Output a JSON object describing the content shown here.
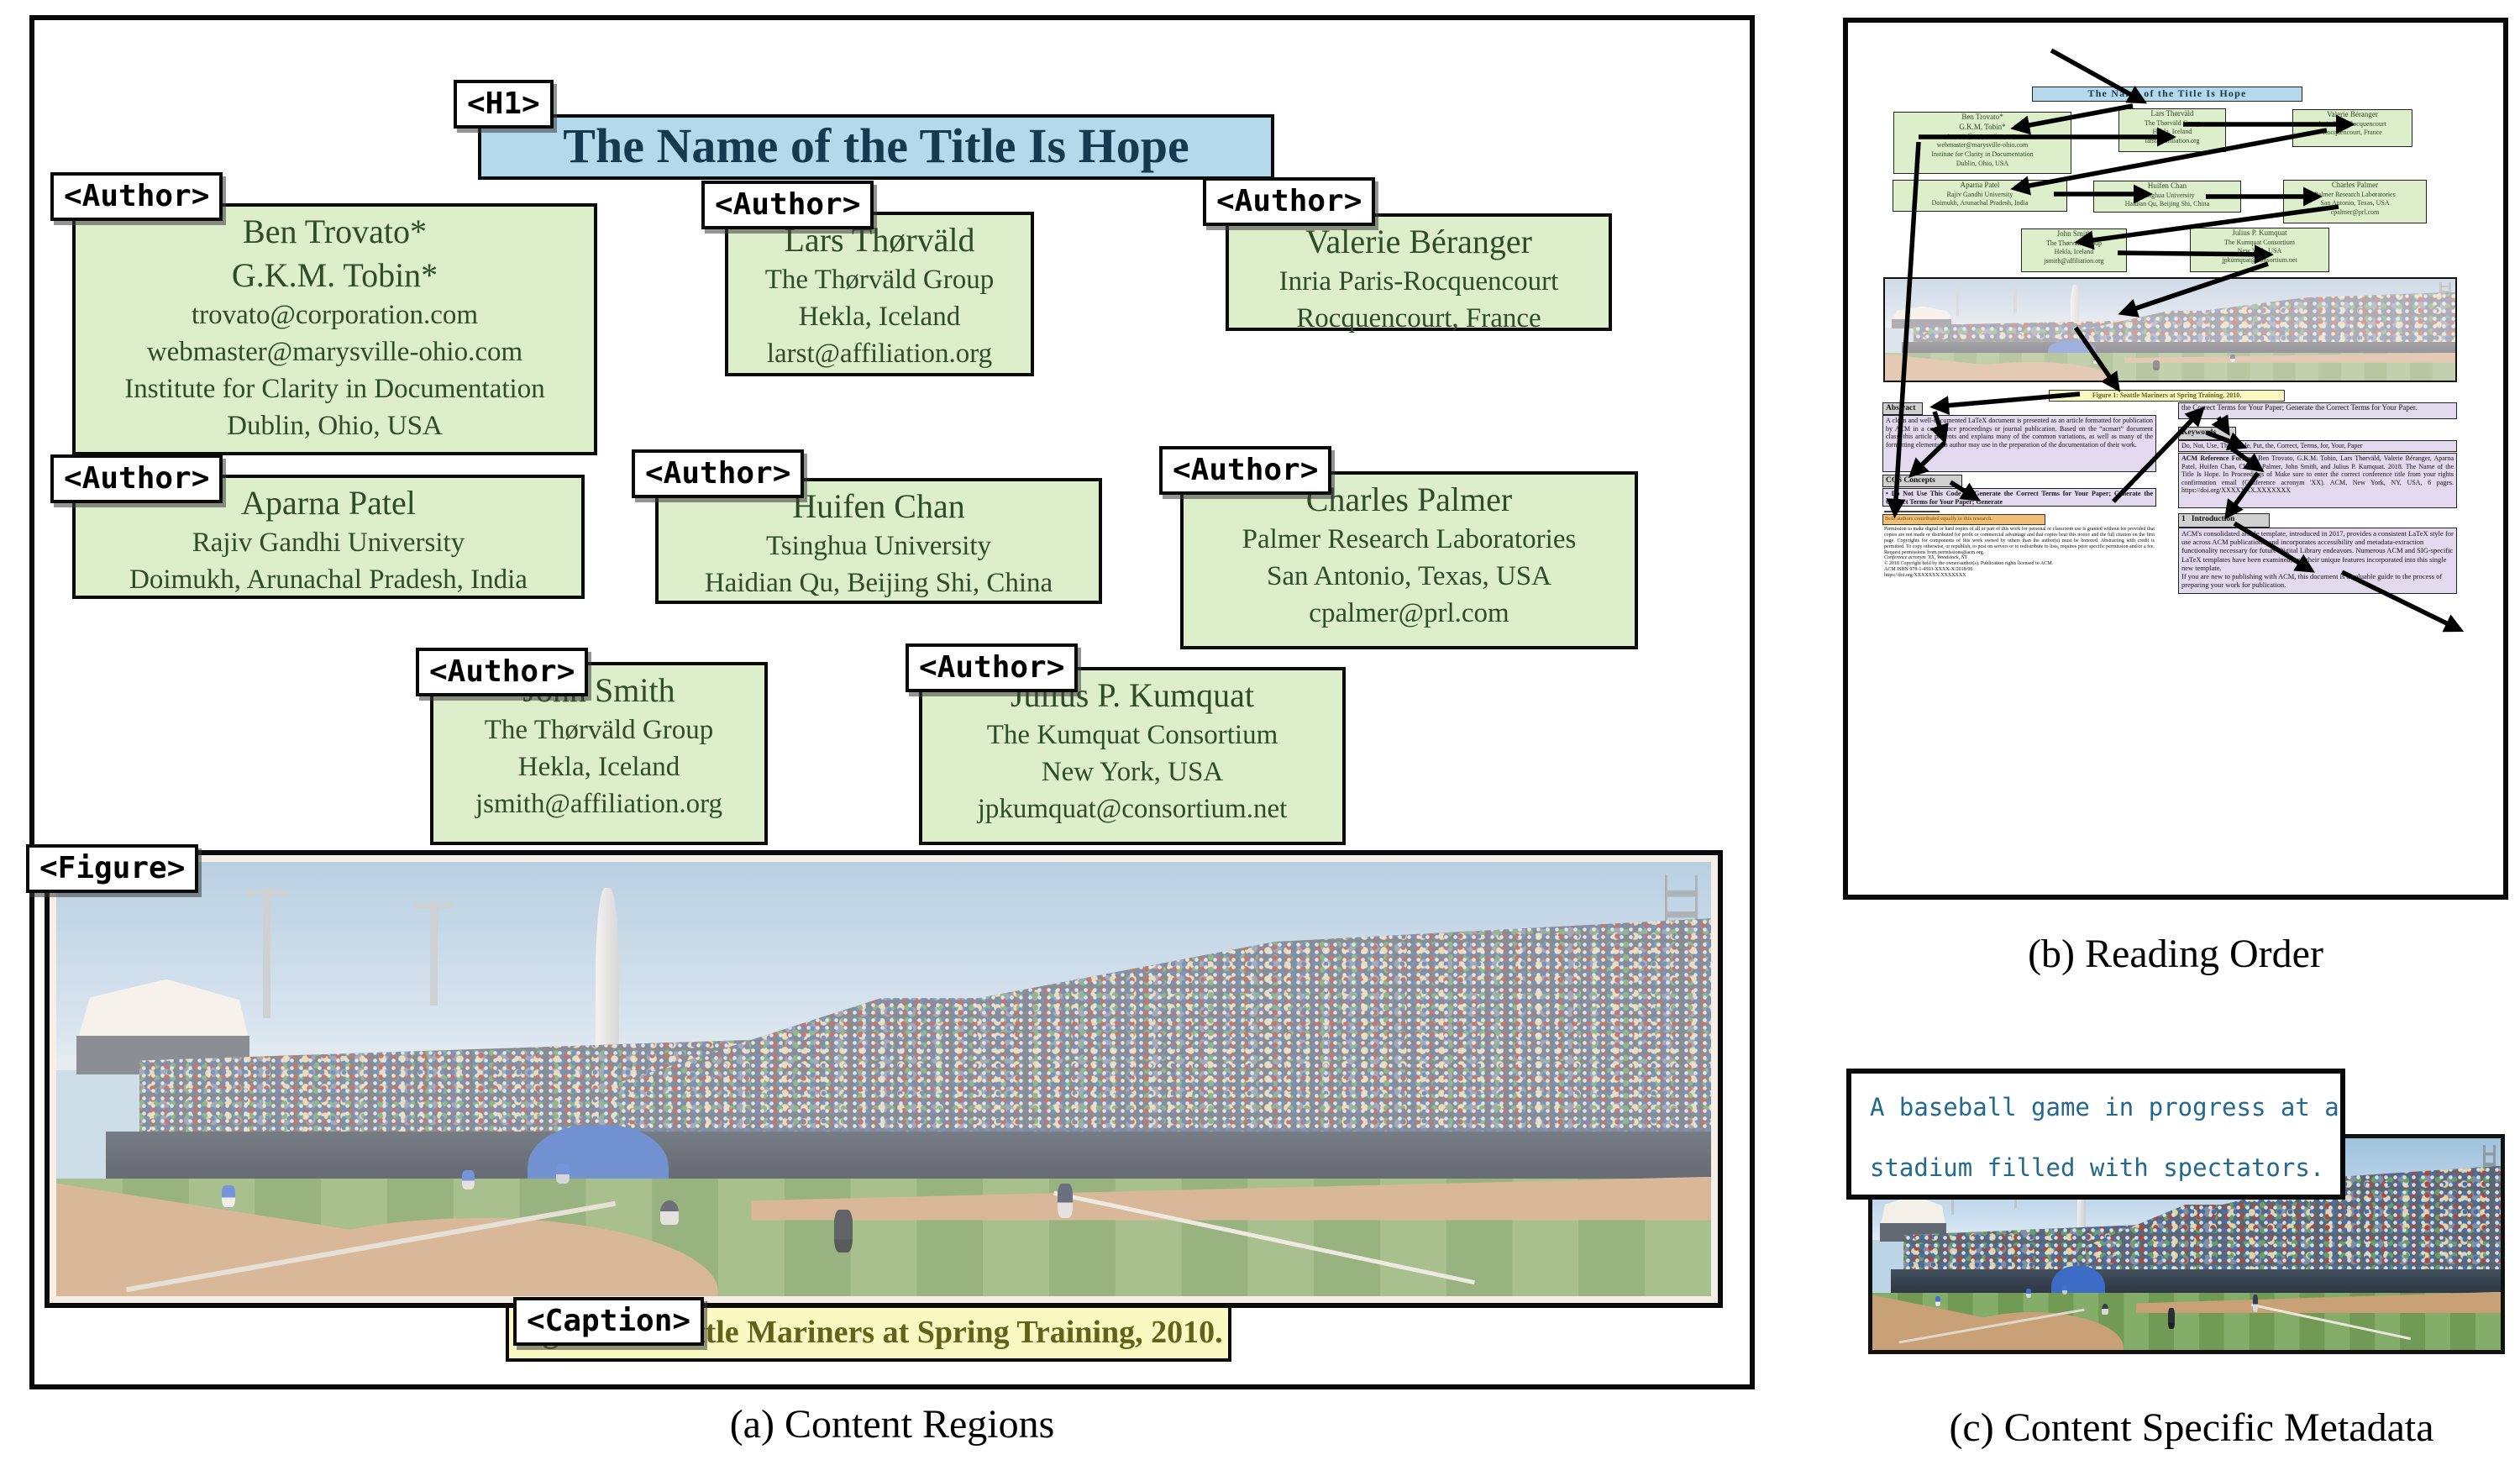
{
  "captions": {
    "a": "(a) Content Regions",
    "b": "(b) Reading Order",
    "c": "(c) Content Specific Metadata"
  },
  "tags": {
    "h1": "<H1>",
    "author": "<Author>",
    "figure": "<Figure>",
    "caption": "<Caption>"
  },
  "paper": {
    "title": "The Name of the Title Is Hope",
    "authors": [
      {
        "names": "Ben Trovato*\nG.K.M. Tobin*",
        "details": "trovato@corporation.com\nwebmaster@marysville-ohio.com\nInstitute for Clarity in Documentation\nDublin, Ohio, USA"
      },
      {
        "names": "Lars Thørväld",
        "details": "The Thørväld Group\nHekla, Iceland\nlarst@affiliation.org"
      },
      {
        "names": "Valerie Béranger",
        "details": "Inria Paris-Rocquencourt\nRocquencourt, France"
      },
      {
        "names": "Aparna Patel",
        "details": "Rajiv Gandhi University\nDoimukh, Arunachal Pradesh, India"
      },
      {
        "names": "Huifen Chan",
        "details": "Tsinghua University\nHaidian Qu, Beijing Shi, China"
      },
      {
        "names": "Charles Palmer",
        "details": "Palmer Research Laboratories\nSan Antonio, Texas, USA\ncpalmer@prl.com"
      },
      {
        "names": "John Smith",
        "details": "The Thørväld Group\nHekla, Iceland\njsmith@affiliation.org"
      },
      {
        "names": "Julius P. Kumquat",
        "details": "The Kumquat Consortium\nNew York, USA\njpkumquat@consortium.net"
      }
    ],
    "figure_caption": "Figure 1: Seattle Mariners at Spring Training, 2010."
  },
  "b": {
    "abstract_header": "Abstract",
    "abstract": "A clean and well-documented LaTeX document is presented as an article formatted for publication by ACM in a conference proceedings or journal publication. Based on the “acmart” document class, this article presents and explains many of the common variations, as well as many of the formatting elements an author may use in the preparation of the documentation of their work.",
    "ccs_header": "CCS Concepts",
    "ccs": "• Do Not Use This Code → Generate the Correct Terms for Your Paper; Generate the Correct Terms for Your Paper; Generate",
    "right_top": "the Correct Terms for Your Paper; Generate the Correct Terms for Your Paper.",
    "keywords_header": "Keywords",
    "keywords": "Do, Not, Use, This, Code, Put, the, Correct, Terms, for, Your, Paper",
    "acm_ref_header": "ACM Reference Format:",
    "acm_ref": "Ben Trovato, G.K.M. Tobin, Lars Thørväld, Valerie Béranger, Aparna Patel, Huifen Chan, Charles Palmer, John Smith, and Julius P. Kumquat. 2018. The Name of the Title Is Hope. In Proceedings of Make sure to enter the correct conference title from your rights confirmation email (Conference acronym 'XX). ACM, New York, NY, USA, 6 pages. https://doi.org/XXXXXXX.XXXXXXX",
    "intro_header": "1   Introduction",
    "intro": "ACM's consolidated article template, introduced in 2017, provides a consistent LaTeX style for use across ACM publications, and incorporates accessibility and metadata-extraction functionality necessary for future Digital Library endeavors. Numerous ACM and SIG-specific LaTeX templates have been examined, and their unique features incorporated into this single new template.\nIf you are new to publishing with ACM, this document is a valuable guide to the process of preparing your work for publication.",
    "footnote": "Both authors contributed equally to this research.",
    "permission": "Permission to make digital or hard copies of all or part of this work for personal or classroom use is granted without fee provided that copies are not made or distributed for profit or commercial advantage and that copies bear this notice and the full citation on the first page. Copyrights for components of this work owned by others than the author(s) must be honored. Abstracting with credit is permitted. To copy otherwise, or republish, to post on servers or to redistribute to lists, requires prior specific permission and/or a fee. Request permissions from permissions@acm.org.",
    "conference": "Conference acronym 'XX, Woodstock, NY",
    "copyright": "© 2018 Copyright held by the owner/author(s). Publication rights licensed to ACM.",
    "isbn": "ACM ISBN 978-1-4503-XXXX-X/2018/06",
    "doi": "https://doi.org/XXXXXXX.XXXXXXX"
  },
  "c": {
    "alt_text": "A baseball game in progress at a\nstadium filled with spectators."
  },
  "colors": {
    "region_author_green": "#ddeeca",
    "region_title_blue": "#b5d9ec",
    "region_caption_yellow": "#fbf9c2",
    "region_text_purple": "#e4daf0",
    "header_gray": "#d0d0d0",
    "footnote_orange": "#f2bf77",
    "alt_text_teal": "#23688e",
    "author_text_green": "#2f4b28",
    "title_text_navy": "#15394e",
    "caption_text_olive": "#62621a",
    "border_black": "#0a0a0a"
  }
}
